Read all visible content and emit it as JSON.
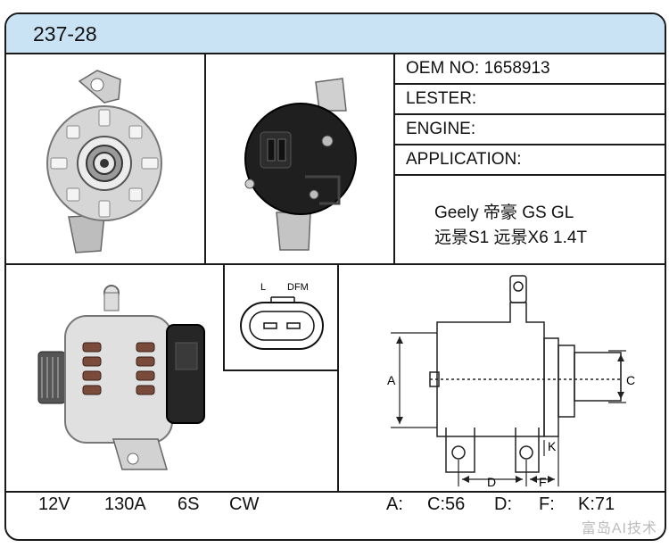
{
  "header": {
    "title": "237-28"
  },
  "info": {
    "oem": "OEM NO: 1658913",
    "lester": "LESTER:",
    "engine": "ENGINE:",
    "application": "APPLICATION:"
  },
  "application_text": {
    "line1": "Geely 帝豪 GS GL",
    "line2": "远景S1 远景X6 1.4T"
  },
  "connector": {
    "pin_left": "L",
    "pin_right": "DFM"
  },
  "diagram_labels": {
    "a": "A",
    "c": "C",
    "d": "D",
    "f": "F",
    "k": "K"
  },
  "specs_left": {
    "voltage": "12V",
    "amperage": "130A",
    "pulley": "6S",
    "rotation": "CW"
  },
  "specs_right": {
    "a": "A:",
    "c": "C:56",
    "d": "D:",
    "f": "F:",
    "k": "K:71"
  },
  "watermark": "富岛AI技术"
}
